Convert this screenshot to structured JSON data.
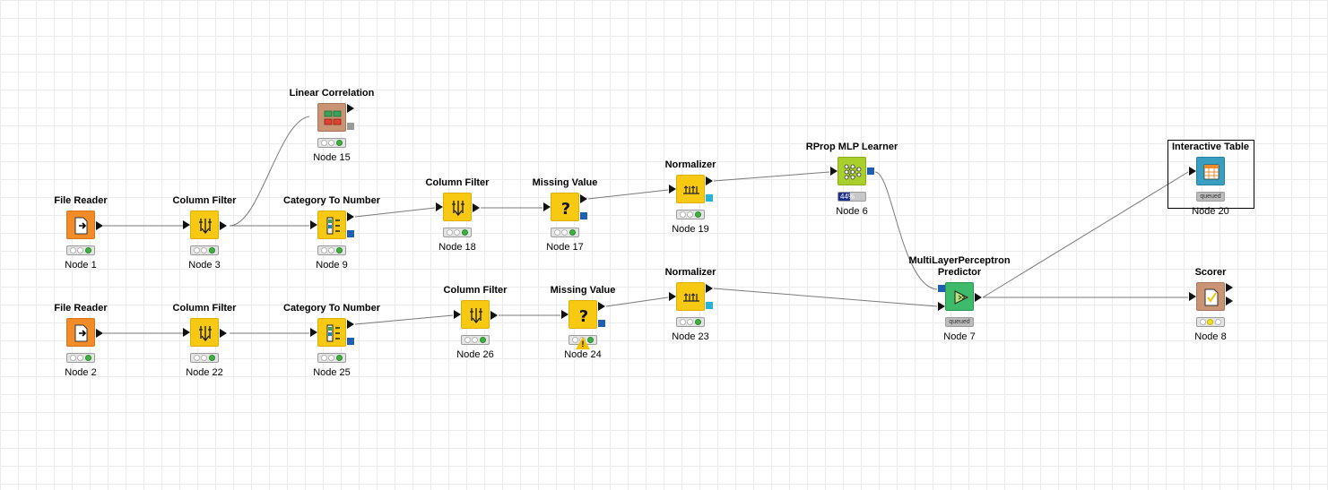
{
  "nodes": {
    "n1": {
      "title": "File Reader",
      "label": "Node 1",
      "icon": "file-reader-icon"
    },
    "n2": {
      "title": "File Reader",
      "label": "Node 2",
      "icon": "file-reader-icon"
    },
    "n3": {
      "title": "Column Filter",
      "label": "Node 3",
      "icon": "column-filter-icon"
    },
    "n22": {
      "title": "Column Filter",
      "label": "Node 22",
      "icon": "column-filter-icon"
    },
    "n15": {
      "title": "Linear Correlation",
      "label": "Node 15",
      "icon": "linear-correlation-icon"
    },
    "n9": {
      "title": "Category To Number",
      "label": "Node 9",
      "icon": "category-to-number-icon"
    },
    "n25": {
      "title": "Category To Number",
      "label": "Node 25",
      "icon": "category-to-number-icon"
    },
    "n18": {
      "title": "Column Filter",
      "label": "Node 18",
      "icon": "column-filter-icon"
    },
    "n26": {
      "title": "Column Filter",
      "label": "Node 26",
      "icon": "column-filter-icon"
    },
    "n17": {
      "title": "Missing Value",
      "label": "Node 17",
      "icon": "missing-value-icon"
    },
    "n24": {
      "title": "Missing Value",
      "label": "Node 24",
      "icon": "missing-value-icon",
      "warning": "!"
    },
    "n19": {
      "title": "Normalizer",
      "label": "Node 19",
      "icon": "normalizer-icon"
    },
    "n23": {
      "title": "Normalizer",
      "label": "Node 23",
      "icon": "normalizer-icon"
    },
    "n6": {
      "title": "RProp MLP Learner",
      "label": "Node 6",
      "icon": "mlp-learner-icon",
      "progress_text": "44%",
      "progress": 0.44
    },
    "n7": {
      "title_line1": "MultiLayerPerceptron",
      "title_line2": "Predictor",
      "label": "Node 7",
      "icon": "mlp-predictor-icon",
      "status_text": "queued"
    },
    "n20": {
      "title": "Interactive Table",
      "label": "Node 20",
      "icon": "interactive-table-icon",
      "status_text": "queued"
    },
    "n8": {
      "title": "Scorer",
      "label": "Node 8",
      "icon": "scorer-icon"
    }
  },
  "colors": {
    "orange": "#f28c28",
    "yellow": "#f7c912",
    "tan": "#c89473",
    "lime": "#a8cf2c",
    "green": "#3dbb6a",
    "teal": "#3a9ec1",
    "status_green": "#3fb142",
    "status_yellow": "#f2e21b",
    "port_blue": "#1f5fb3",
    "port_cyan": "#22b3d6"
  }
}
